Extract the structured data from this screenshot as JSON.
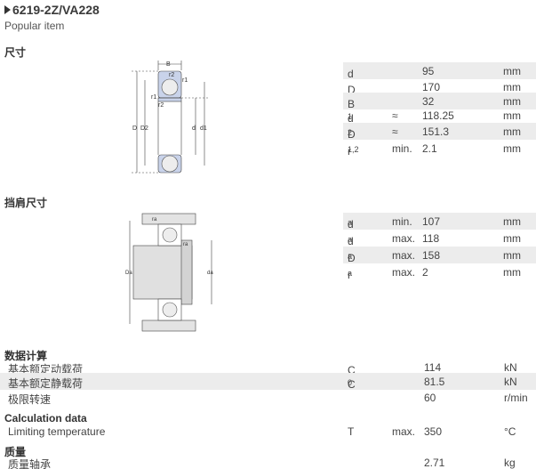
{
  "header": {
    "title": "6219-2Z/VA228",
    "subtitle": "Popular item"
  },
  "sections": {
    "dimensions": "尺寸",
    "abutment": "挡肩尺寸",
    "calc_cn": "数据计算",
    "calc_en": "Calculation data",
    "mass": "质量"
  },
  "dimensions": [
    {
      "sym": "d",
      "sub": "",
      "qual": "",
      "val": "95",
      "unit": "mm"
    },
    {
      "sym": "D",
      "sub": "",
      "qual": "",
      "val": "170",
      "unit": "mm"
    },
    {
      "sym": "B",
      "sub": "",
      "qual": "",
      "val": "32",
      "unit": "mm"
    },
    {
      "sym": "d",
      "sub": "1",
      "qual": "≈",
      "val": "118.25",
      "unit": "mm"
    },
    {
      "sym": "D",
      "sub": "2",
      "qual": "≈",
      "val": "151.3",
      "unit": "mm"
    },
    {
      "sym": "r",
      "sub": "1,2",
      "qual": "min.",
      "val": "2.1",
      "unit": "mm"
    }
  ],
  "abutment": [
    {
      "sym": "d",
      "sub": "a",
      "qual": "min.",
      "val": "107",
      "unit": "mm"
    },
    {
      "sym": "d",
      "sub": "a",
      "qual": "max.",
      "val": "118",
      "unit": "mm"
    },
    {
      "sym": "D",
      "sub": "a",
      "qual": "max.",
      "val": "158",
      "unit": "mm"
    },
    {
      "sym": "r",
      "sub": "a",
      "qual": "max.",
      "val": "2",
      "unit": "mm"
    }
  ],
  "calc": [
    {
      "label": "基本额定动载荷",
      "sym": "C",
      "sub": "",
      "qual": "",
      "val": "114",
      "unit": "kN"
    },
    {
      "label": "基本额定静载荷",
      "sym": "C",
      "sub": "0",
      "qual": "",
      "val": "81.5",
      "unit": "kN"
    },
    {
      "label": "极限转速",
      "sym": "",
      "sub": "",
      "qual": "",
      "val": "60",
      "unit": "r/min"
    }
  ],
  "calc_en": [
    {
      "label": "Limiting temperature",
      "sym": "T",
      "sub": "",
      "qual": "max.",
      "val": "350",
      "unit": "°C"
    }
  ],
  "mass": [
    {
      "label": "质量轴承",
      "sym": "",
      "sub": "",
      "qual": "",
      "val": "2.71",
      "unit": "kg"
    }
  ],
  "drawing1": {
    "labels": {
      "B": "B",
      "r2": "r2",
      "r1": "r1",
      "r1b": "r1",
      "r2b": "r2",
      "D": "D",
      "D2": "D2",
      "d": "d",
      "d1": "d1"
    }
  },
  "drawing2": {
    "labels": {
      "ra": "ra",
      "ra2": "ra",
      "Da": "Da",
      "da": "da"
    }
  },
  "colors": {
    "shade": "#ececec",
    "bearing_blue": "#c9d3ea",
    "ball": "#e8e8e8",
    "hatch": "#bfbfbf"
  }
}
